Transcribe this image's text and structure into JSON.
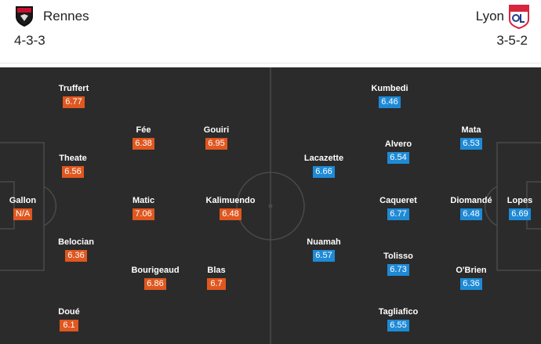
{
  "home": {
    "name": "Rennes",
    "formation": "4-3-3",
    "rating_color": "#e0571f",
    "crest_icon": "rennes-crest-icon",
    "players": [
      {
        "name": "Truffert",
        "rating": "6.77"
      },
      {
        "name": "Fée",
        "rating": "6.38"
      },
      {
        "name": "Gouiri",
        "rating": "6.95"
      },
      {
        "name": "Theate",
        "rating": "6.56"
      },
      {
        "name": "Gallon",
        "rating": "N/A"
      },
      {
        "name": "Matic",
        "rating": "7.06"
      },
      {
        "name": "Kalimuendo",
        "rating": "6.48"
      },
      {
        "name": "Belocian",
        "rating": "6.36"
      },
      {
        "name": "Bourigeaud",
        "rating": "6.86"
      },
      {
        "name": "Blas",
        "rating": "6.7"
      },
      {
        "name": "Doué",
        "rating": "6.1"
      }
    ]
  },
  "away": {
    "name": "Lyon",
    "formation": "3-5-2",
    "rating_color": "#1e8ad6",
    "crest_icon": "lyon-crest-icon",
    "players": [
      {
        "name": "Kumbedi",
        "rating": "6.46"
      },
      {
        "name": "Mata",
        "rating": "6.53"
      },
      {
        "name": "Alvero",
        "rating": "6.54"
      },
      {
        "name": "Lacazette",
        "rating": "6.66"
      },
      {
        "name": "Caqueret",
        "rating": "6.77"
      },
      {
        "name": "Diomandé",
        "rating": "6.48"
      },
      {
        "name": "Lopes",
        "rating": "6.69"
      },
      {
        "name": "Nuamah",
        "rating": "6.57"
      },
      {
        "name": "Tolisso",
        "rating": "6.73"
      },
      {
        "name": "O'Brien",
        "rating": "6.36"
      },
      {
        "name": "Tagliafico",
        "rating": "6.55"
      }
    ]
  },
  "pitch_color": "#2b2b2b"
}
